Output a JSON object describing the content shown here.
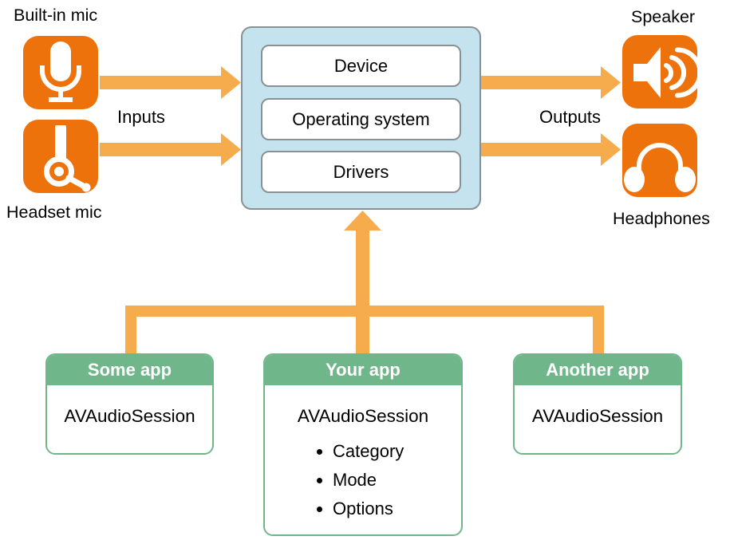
{
  "diagram": {
    "inputs_label": "Inputs",
    "outputs_label": "Outputs",
    "input_devices": {
      "builtin_mic": "Built-in mic",
      "headset_mic": "Headset mic"
    },
    "output_devices": {
      "speaker": "Speaker",
      "headphones": "Headphones"
    },
    "system_stack": {
      "layers": [
        "Device",
        "Operating system",
        "Drivers"
      ]
    },
    "apps": [
      {
        "name": "Some app",
        "session_class": "AVAudioSession",
        "items": []
      },
      {
        "name": "Your app",
        "session_class": "AVAudioSession",
        "items": [
          "Category",
          "Mode",
          "Options"
        ]
      },
      {
        "name": "Another app",
        "session_class": "AVAudioSession",
        "items": []
      }
    ],
    "colors": {
      "device_badge_orange": "#ED720B",
      "arrow_orange": "#F6AC4D",
      "app_green": "#6FB78A",
      "system_blue": "#C4E3EE",
      "border_gray": "#8A9194"
    }
  }
}
